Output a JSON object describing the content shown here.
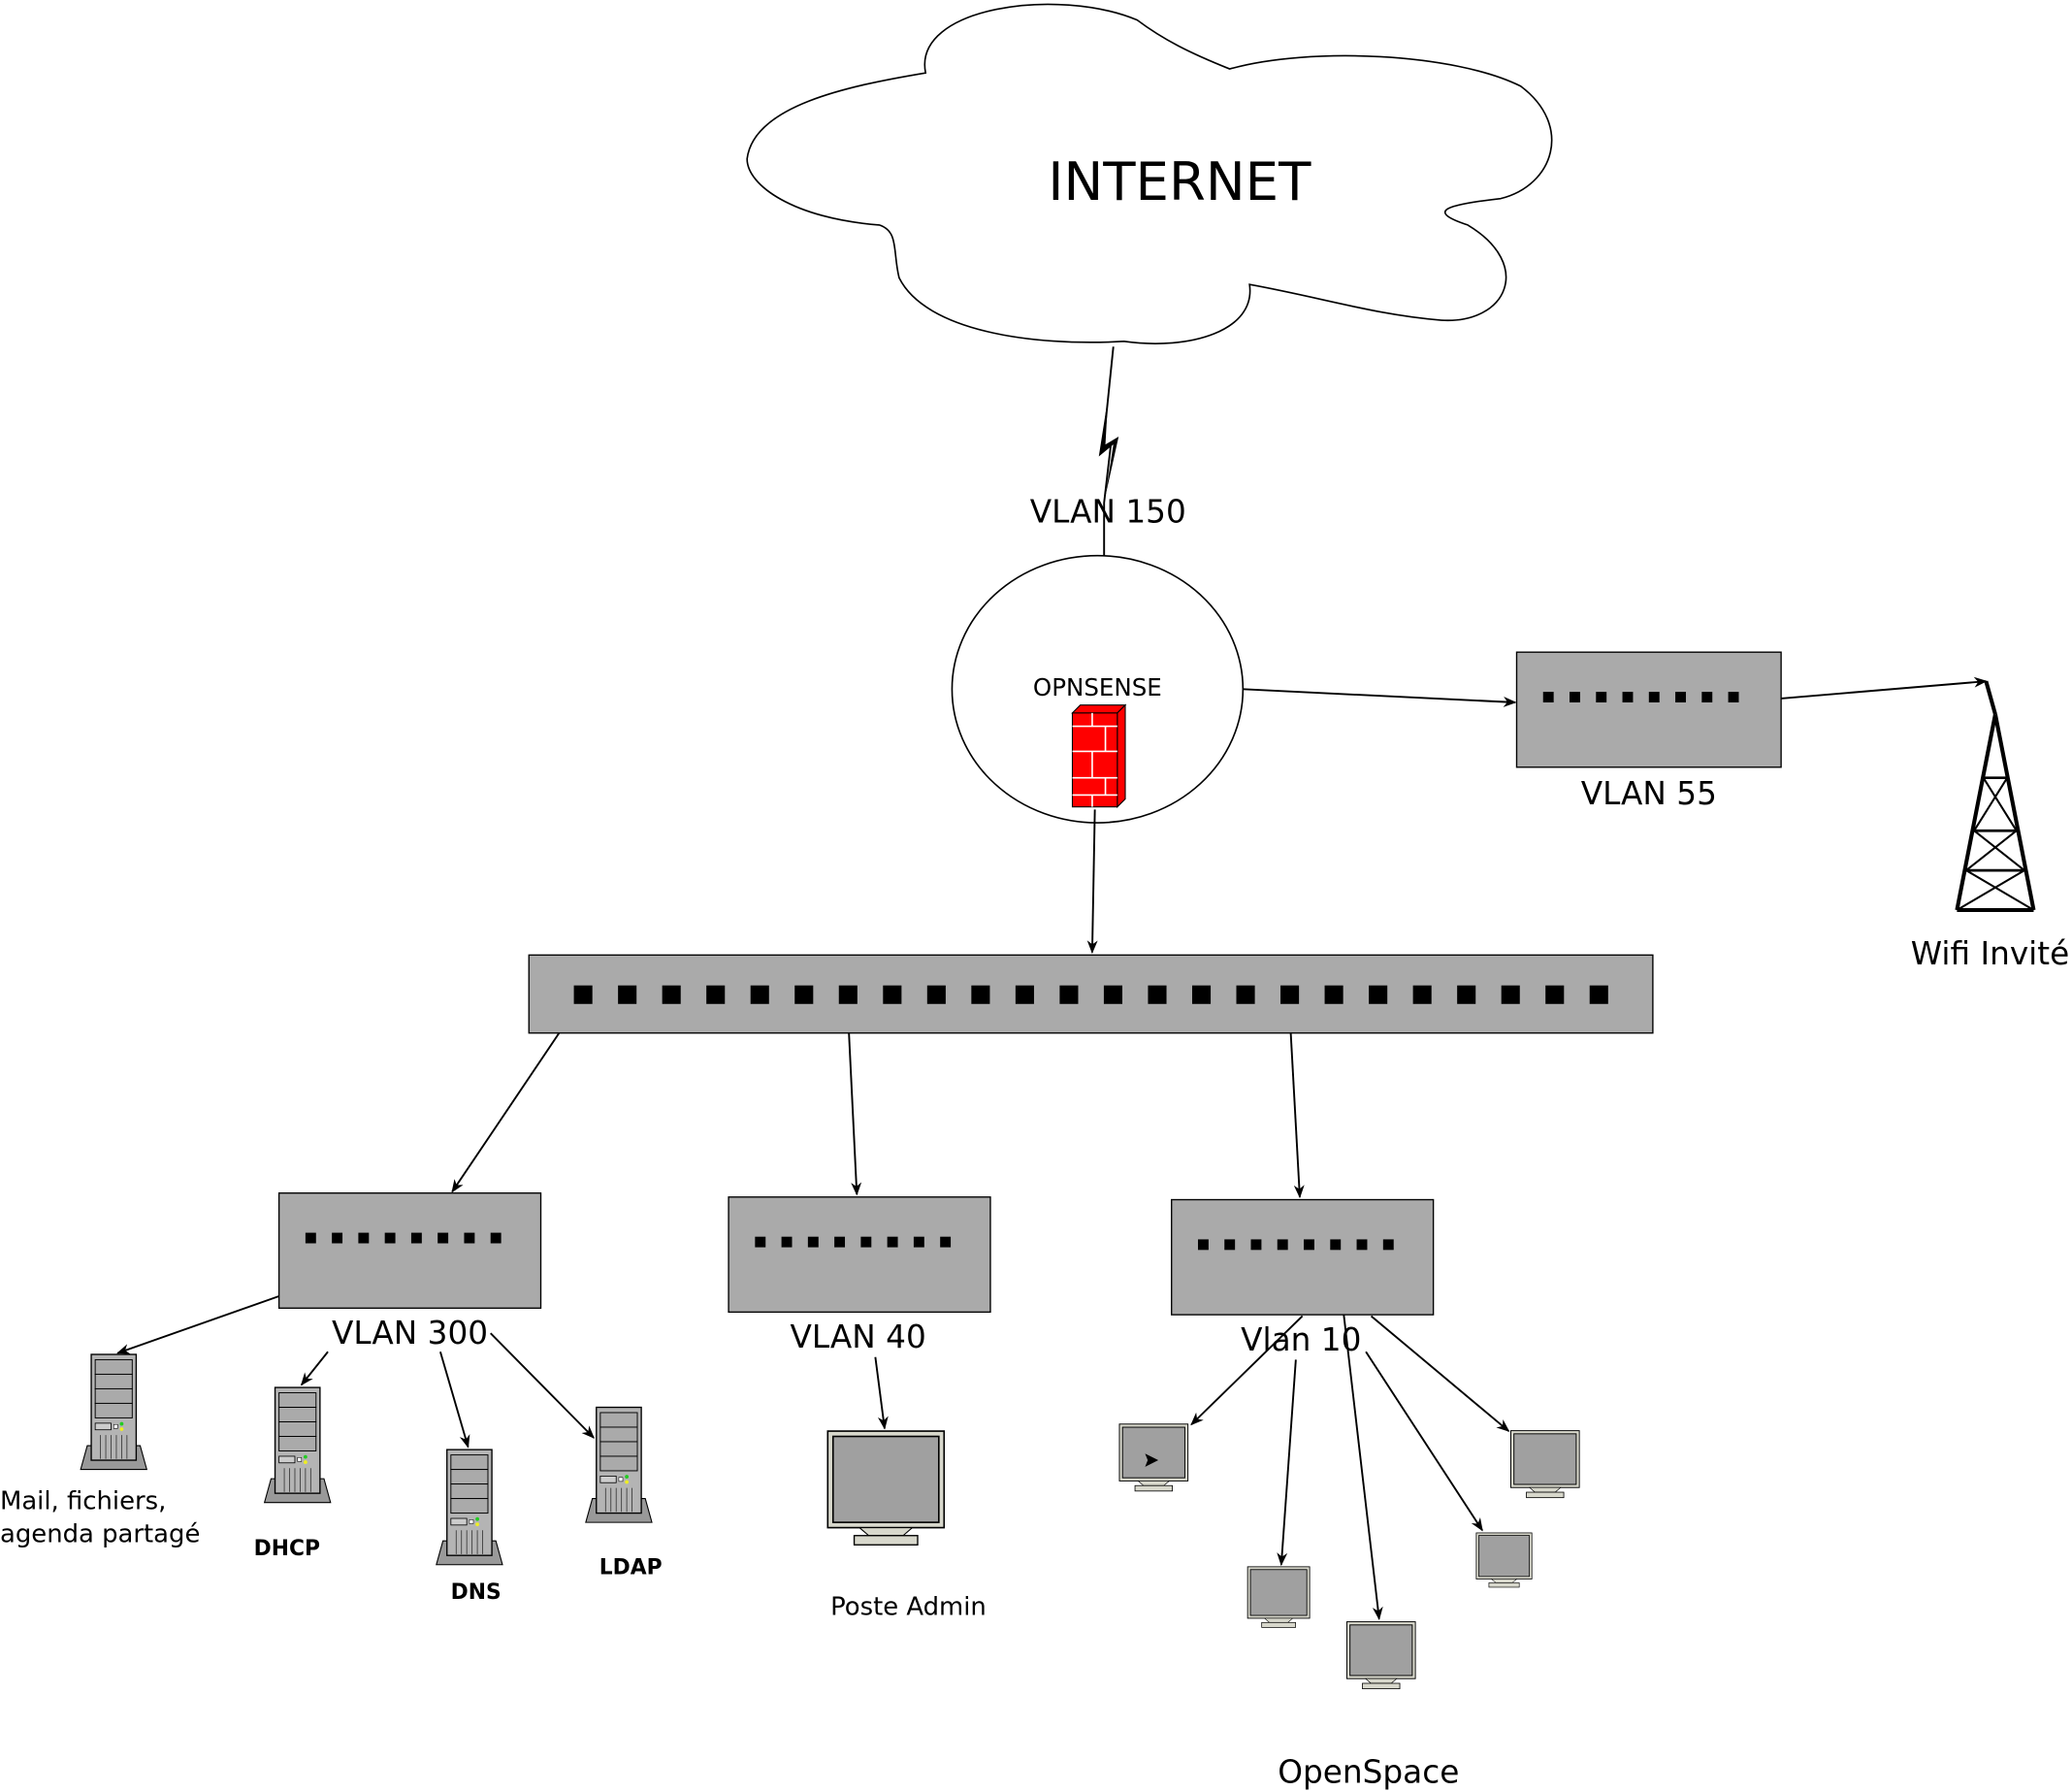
{
  "cloud": {
    "label": "INTERNET"
  },
  "wan_link": {
    "label": "VLAN 150"
  },
  "firewall": {
    "label": "OPNSENSE"
  },
  "guest_switch": {
    "label": "VLAN 55",
    "ports": 8
  },
  "wifi": {
    "label": "Wifi Invité"
  },
  "core_switch": {
    "ports": 24
  },
  "vlan300": {
    "label": "VLAN 300",
    "ports": 8,
    "servers": [
      {
        "line1": "Mail, fichiers,",
        "line2": "agenda partagé"
      },
      {
        "label": "DHCP"
      },
      {
        "label": "DNS"
      },
      {
        "label": "LDAP"
      }
    ]
  },
  "vlan40": {
    "label": "VLAN 40",
    "ports": 8,
    "device": "Poste Admin"
  },
  "vlan10": {
    "label": "Vlan 10",
    "ports": 8,
    "group": "OpenSpace"
  },
  "colors": {
    "switch": "#aaaaaa",
    "firewall": "#ff0000",
    "screen": "#a0a0a0",
    "bezel": "#d8d8cc"
  }
}
